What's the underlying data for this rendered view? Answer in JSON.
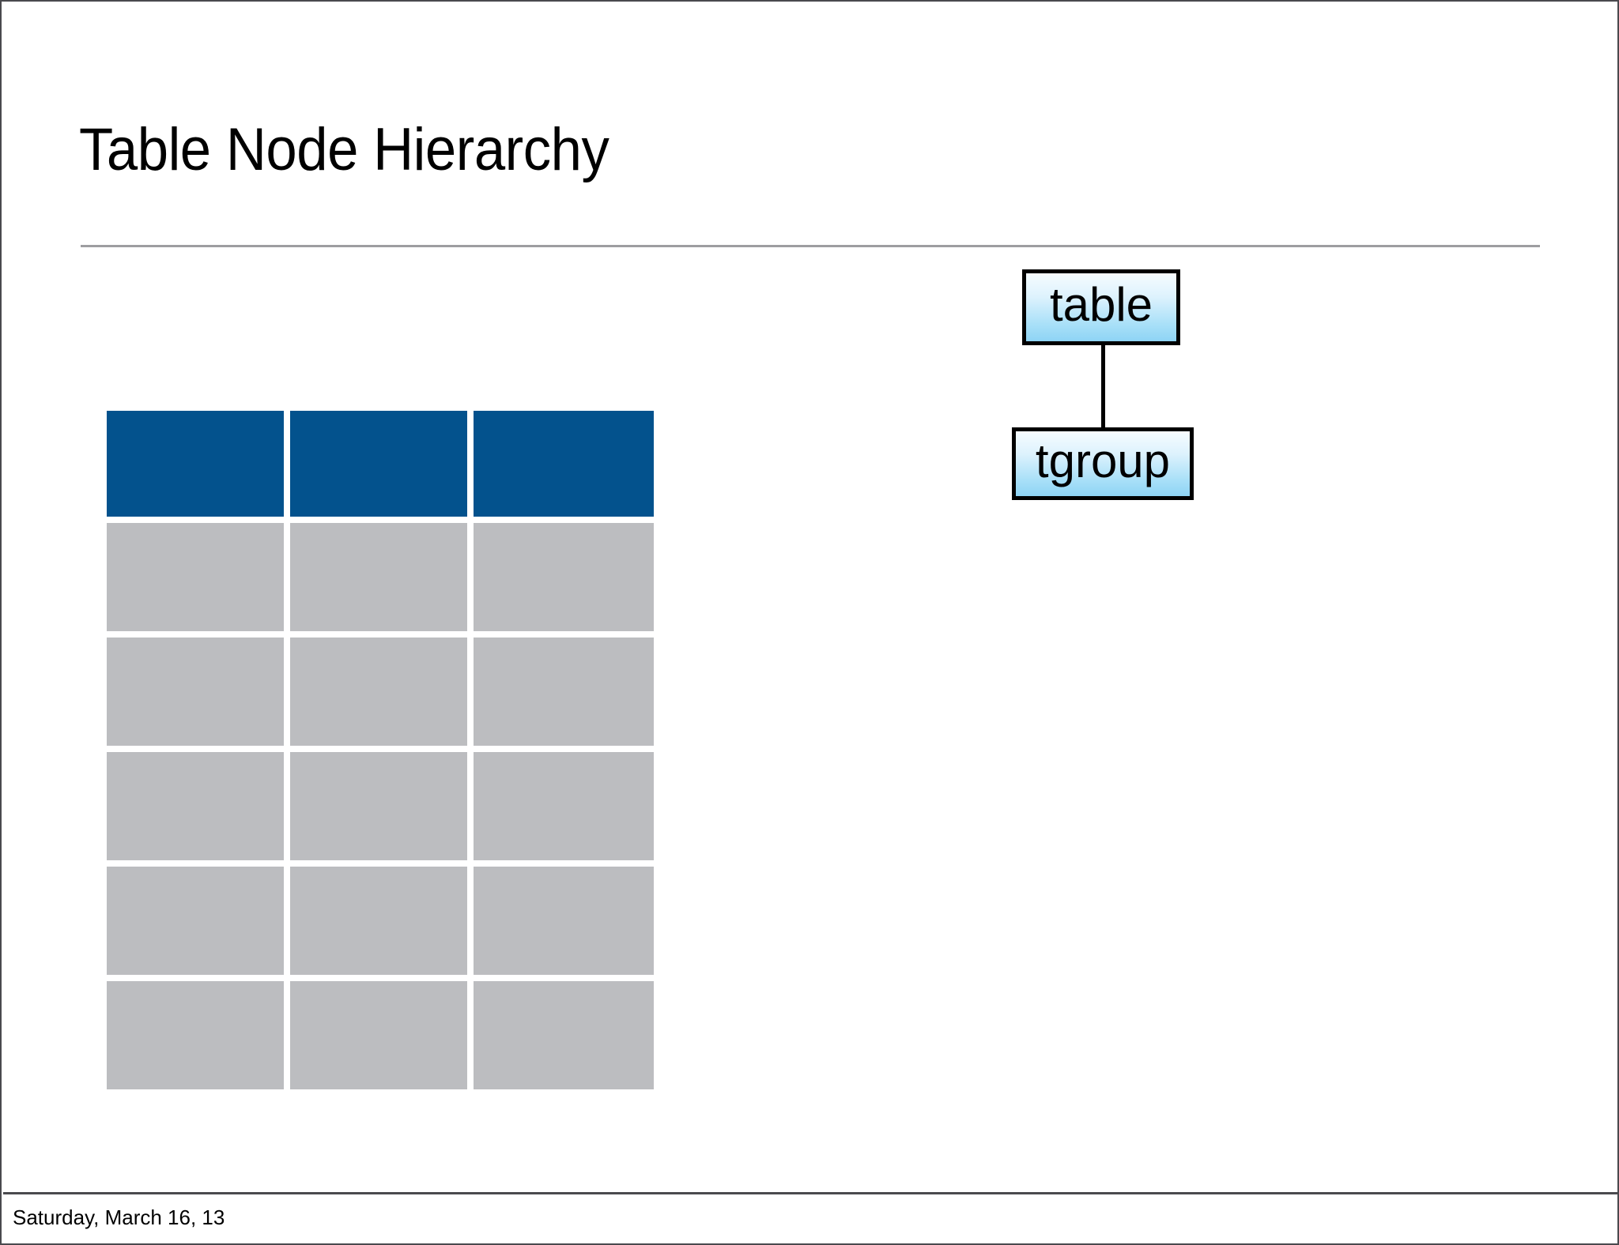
{
  "slide": {
    "title": "Table Node Hierarchy",
    "background_color": "#ffffff",
    "border_color": "#4a4a4e",
    "title_rule_color": "#9d9da0"
  },
  "table_graphic": {
    "name": "decorative-table",
    "columns": 3,
    "rows": 6,
    "header_row_color": "#03528d",
    "body_cell_color": "#bcbdc0",
    "rows_data": [
      {
        "type": "header",
        "cells": [
          "",
          "",
          ""
        ]
      },
      {
        "type": "body",
        "cells": [
          "",
          "",
          ""
        ]
      },
      {
        "type": "body",
        "cells": [
          "",
          "",
          ""
        ]
      },
      {
        "type": "body",
        "cells": [
          "",
          "",
          ""
        ]
      },
      {
        "type": "body",
        "cells": [
          "",
          "",
          ""
        ]
      },
      {
        "type": "body",
        "cells": [
          "",
          "",
          ""
        ]
      }
    ]
  },
  "diagram": {
    "name": "table-node-hierarchy",
    "node_fill_top": "#f6fcff",
    "node_fill_bottom": "#8ed4f5",
    "node_border_color": "#000000",
    "edge_color": "#000000",
    "nodes": [
      {
        "id": "table",
        "label": "table"
      },
      {
        "id": "tgroup",
        "label": "tgroup"
      }
    ],
    "edges": [
      {
        "from": "table",
        "to": "tgroup"
      }
    ]
  },
  "footer": {
    "date": "Saturday, March 16, 13",
    "rule_color": "#4a4a4e"
  }
}
